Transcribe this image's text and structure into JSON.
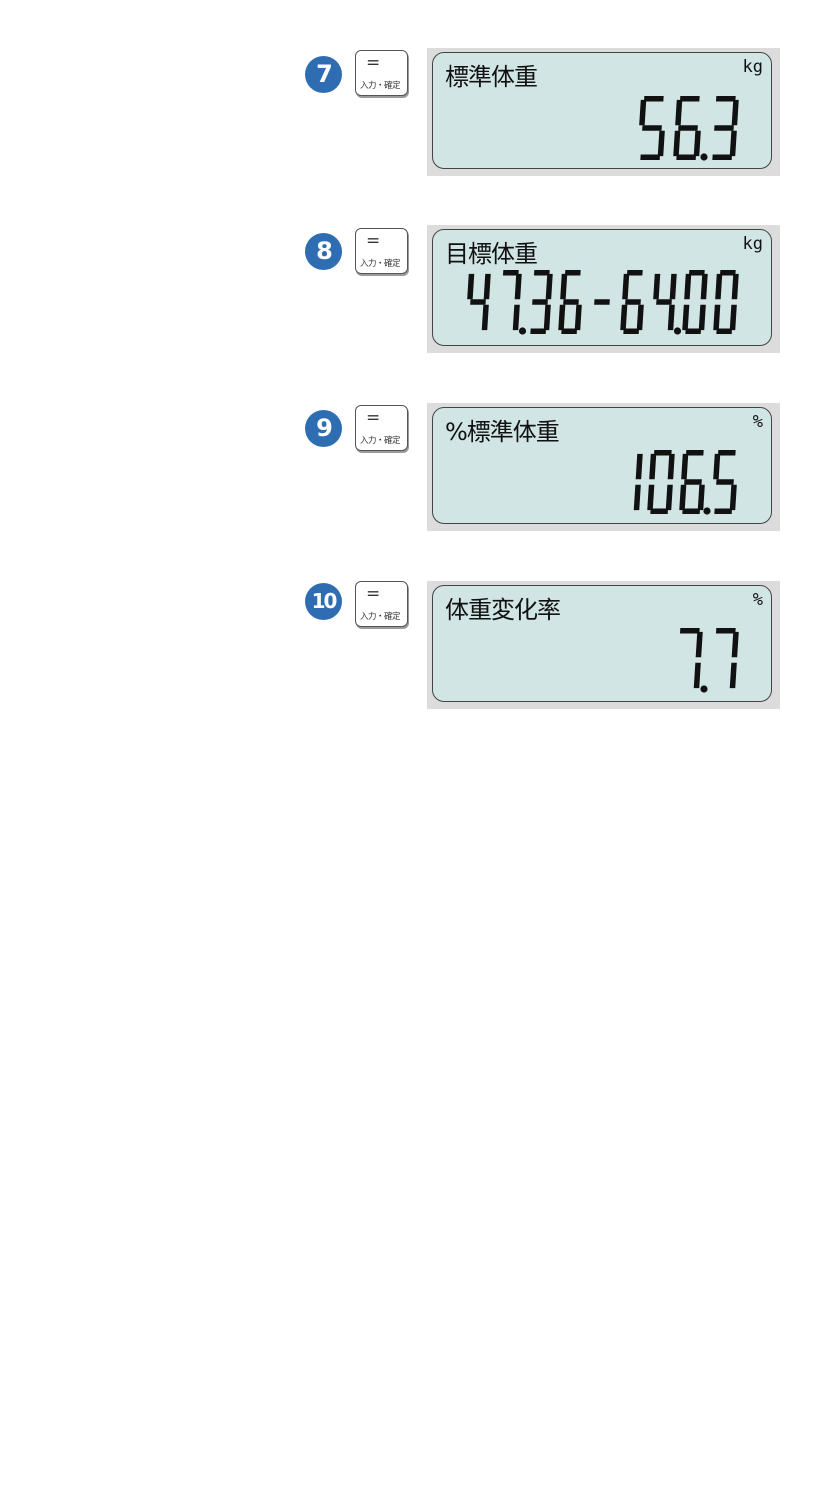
{
  "colors": {
    "badge": "#2f6db3",
    "lcd_bg": "#d2e5e5",
    "segment": "#111111"
  },
  "key": {
    "symbol": "=",
    "label": "入力・確定",
    "icon": "enter-confirm-key"
  },
  "steps": [
    {
      "number": "7",
      "label": "標準体重",
      "unit": "kg",
      "value": "56.3"
    },
    {
      "number": "8",
      "label": "目標体重",
      "unit": "kg",
      "value": "47.36-64.00"
    },
    {
      "number": "9",
      "label": "%標準体重",
      "unit": "%",
      "value": "106.5"
    },
    {
      "number": "10",
      "label": "体重変化率",
      "unit": "%",
      "value": "7.7"
    }
  ]
}
